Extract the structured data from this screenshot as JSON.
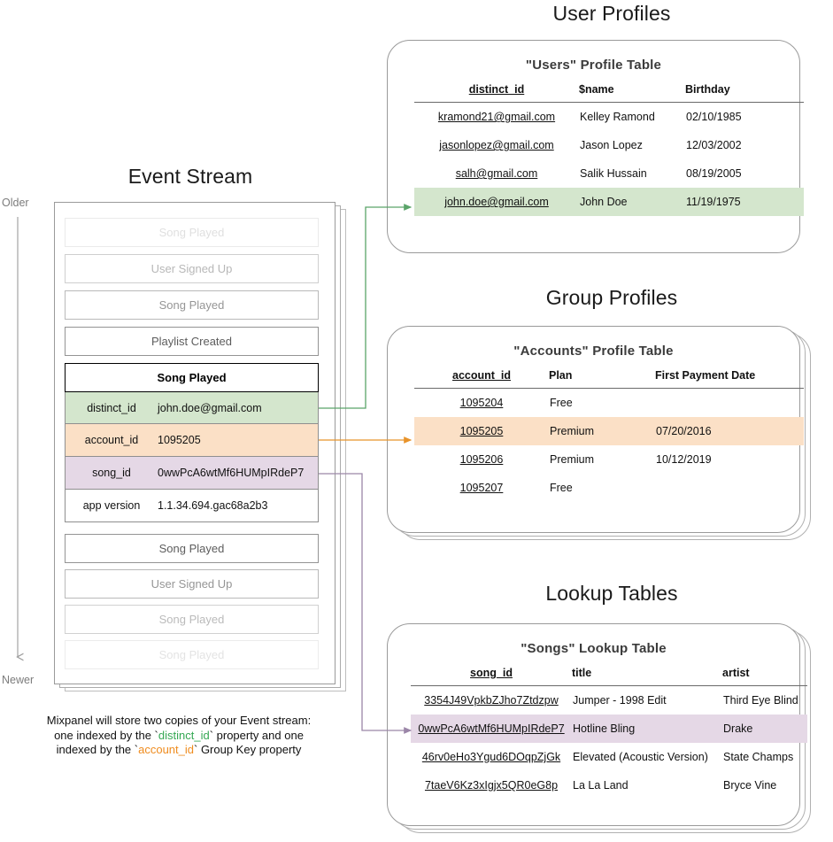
{
  "sections": {
    "event_stream": {
      "title": "Event Stream",
      "timeline": {
        "older": "Older",
        "newer": "Newer"
      },
      "events_before": [
        {
          "label": "Song Played",
          "opacity": 0.18
        },
        {
          "label": "User Signed Up",
          "opacity": 0.42
        },
        {
          "label": "Song Played",
          "opacity": 0.62
        },
        {
          "label": "Playlist Created",
          "opacity": 0.95
        }
      ],
      "selected_event": {
        "name": "Song Played",
        "properties": [
          {
            "key": "distinct_id",
            "value": "john.doe@gmail.com",
            "highlight": "green"
          },
          {
            "key": "account_id",
            "value": "1095205",
            "highlight": "orange"
          },
          {
            "key": "song_id",
            "value": "0wwPcA6wtMf6HUMpIRdeP7",
            "highlight": "purple"
          },
          {
            "key": "app version",
            "value": "1.1.34.694.gac68a2b3",
            "highlight": "none"
          }
        ]
      },
      "events_after": [
        {
          "label": "Song Played",
          "opacity": 0.95
        },
        {
          "label": "User Signed Up",
          "opacity": 0.62
        },
        {
          "label": "Song Played",
          "opacity": 0.4
        },
        {
          "label": "Song Played",
          "opacity": 0.16
        }
      ],
      "caption": {
        "line1": "Mixpanel will store two copies of your Event stream:",
        "line2_a": "one indexed by the `",
        "line2_key": "distinct_id",
        "line2_b": "` property and one",
        "line3_a": "indexed by the `",
        "line3_key": "account_id",
        "line3_b": "` Group Key property"
      }
    },
    "user_profiles": {
      "title": "User Profiles",
      "table": {
        "title": "\"Users\" Profile Table",
        "columns": [
          "distinct_id",
          "$name",
          "Birthday"
        ],
        "rows": [
          {
            "cells": [
              "kramond21@gmail.com",
              "Kelley Ramond",
              "02/10/1985"
            ],
            "highlight": "none"
          },
          {
            "cells": [
              "jasonlopez@gmail.com",
              "Jason Lopez",
              "12/03/2002"
            ],
            "highlight": "none"
          },
          {
            "cells": [
              "salh@gmail.com",
              "Salik Hussain",
              "08/19/2005"
            ],
            "highlight": "none"
          },
          {
            "cells": [
              "john.doe@gmail.com",
              "John Doe",
              "11/19/1975"
            ],
            "highlight": "green"
          }
        ]
      }
    },
    "group_profiles": {
      "title": "Group Profiles",
      "table": {
        "title": "\"Accounts\" Profile Table",
        "columns": [
          "account_id",
          "Plan",
          "First Payment Date"
        ],
        "rows": [
          {
            "cells": [
              "1095204",
              "Free",
              ""
            ],
            "highlight": "none"
          },
          {
            "cells": [
              "1095205",
              "Premium",
              "07/20/2016"
            ],
            "highlight": "orange"
          },
          {
            "cells": [
              "1095206",
              "Premium",
              "10/12/2019"
            ],
            "highlight": "none"
          },
          {
            "cells": [
              "1095207",
              "Free",
              ""
            ],
            "highlight": "none"
          }
        ]
      }
    },
    "lookup_tables": {
      "title": "Lookup Tables",
      "table": {
        "title": "\"Songs\" Lookup Table",
        "columns": [
          "song_id",
          "title",
          "artist"
        ],
        "rows": [
          {
            "cells": [
              "3354J49VpkbZJho7Ztdzpw",
              "Jumper - 1998 Edit",
              "Third Eye Blind"
            ],
            "highlight": "none"
          },
          {
            "cells": [
              "0wwPcA6wtMf6HUMpIRdeP7",
              "Hotline Bling",
              "Drake"
            ],
            "highlight": "purple"
          },
          {
            "cells": [
              "46rv0eHo3Ygud6DOqpZjGk",
              "Elevated (Acoustic Version)",
              "State Champs"
            ],
            "highlight": "none"
          },
          {
            "cells": [
              "7taeV6Kz3xIgjx5QR0eG8p",
              "La La Land",
              "Bryce Vine"
            ],
            "highlight": "none"
          }
        ]
      }
    }
  },
  "colors": {
    "green_highlight": "#d4e6cd",
    "orange_highlight": "#fbe0c6",
    "purple_highlight": "#e5d8e6",
    "green_arrow": "#5aa469",
    "orange_arrow": "#e8932a",
    "purple_arrow": "#9b86a8",
    "card_border": "#9a9a9a",
    "timeline": "#9a9a9a"
  }
}
